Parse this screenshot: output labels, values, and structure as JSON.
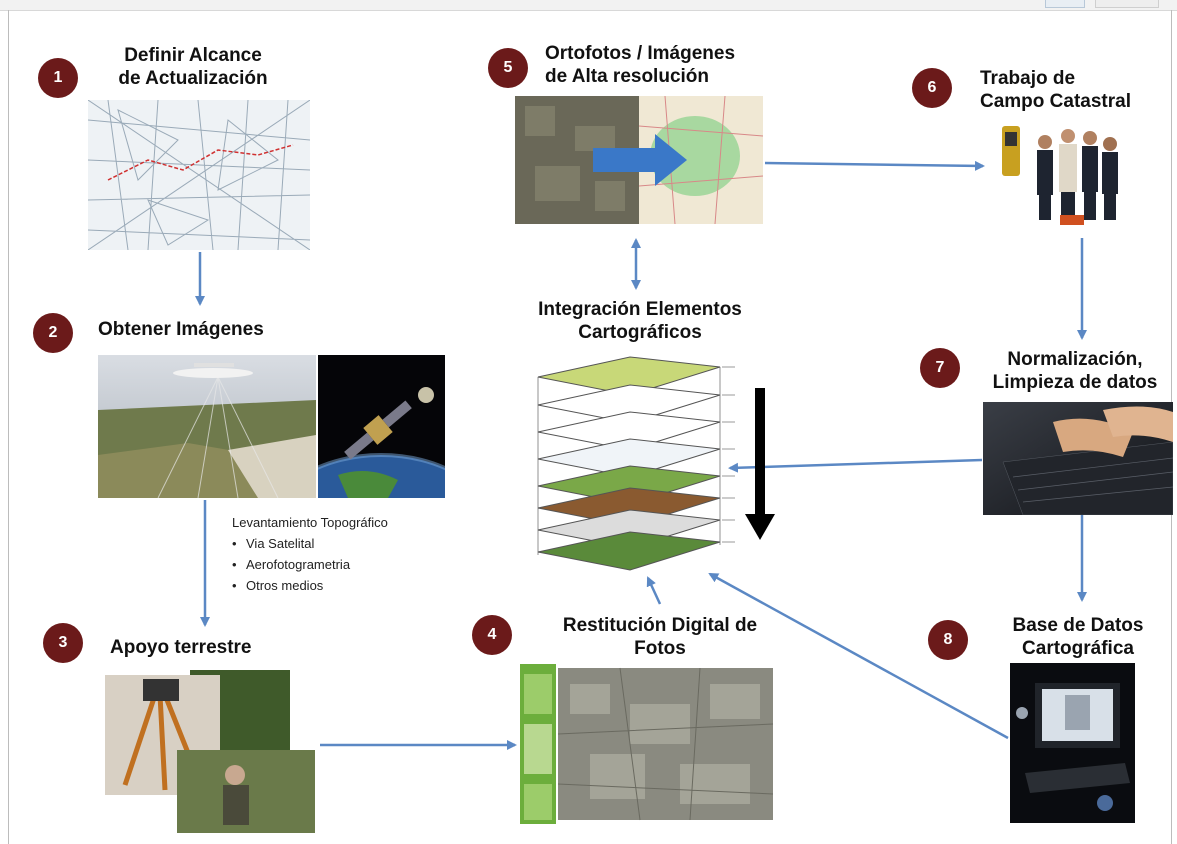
{
  "steps": {
    "s1": {
      "num": "1",
      "line1": "Definir Alcance",
      "line2": "de Actualización"
    },
    "s2": {
      "num": "2",
      "line1": "Obtener Imágenes"
    },
    "s3": {
      "num": "3",
      "line1": "Apoyo terrestre"
    },
    "s4": {
      "num": "4",
      "line1": "Restitución Digital de",
      "line2": "Fotos"
    },
    "s5": {
      "num": "5",
      "line1": "Ortofotos / Imágenes",
      "line2": "de Alta resolución"
    },
    "s6": {
      "num": "6",
      "line1": "Trabajo de",
      "line2": "Campo Catastral"
    },
    "s7": {
      "num": "7",
      "line1": "Normalización,",
      "line2": "Limpieza de datos"
    },
    "s8": {
      "num": "8",
      "line1": "Base de Datos",
      "line2": "Cartográfica"
    }
  },
  "center": {
    "line1": "Integración Elementos",
    "line2": "Cartográficos"
  },
  "survey": {
    "heading": "Levantamiento  Topográfico",
    "items": [
      "Via Satelital",
      "Aerofotogrametria",
      "Otros medios"
    ]
  },
  "colors": {
    "badge": "#6b1a1a",
    "arrow": "#5b88c4",
    "layer_arrow": "#000000"
  }
}
